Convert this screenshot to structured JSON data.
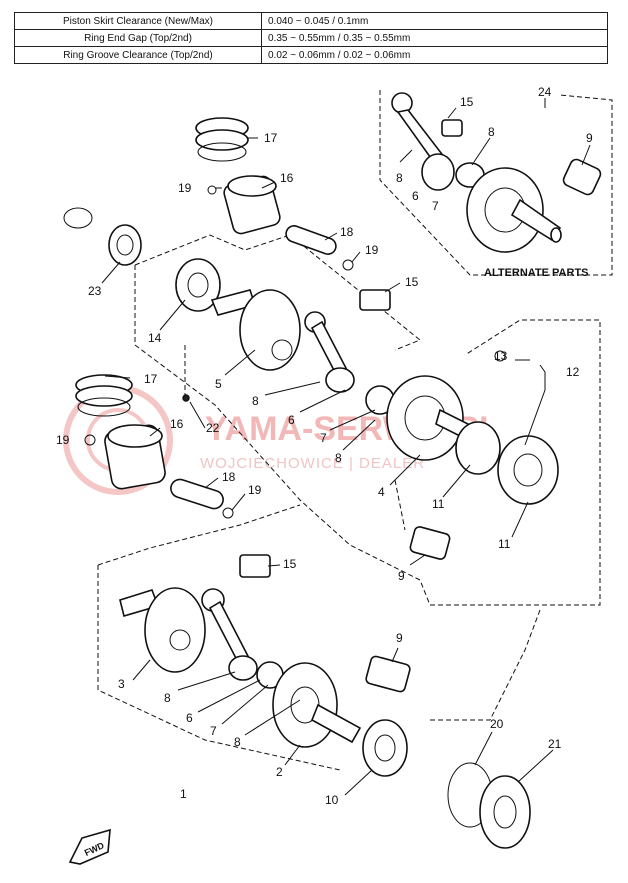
{
  "spec_table": {
    "rows": [
      {
        "label": "Piston Skirt Clearance (New/Max)",
        "value": "0.040 ~ 0.045 / 0.1mm"
      },
      {
        "label": "Ring End Gap (Top/2nd)",
        "value": "0.35 ~ 0.55mm / 0.35 ~ 0.55mm"
      },
      {
        "label": "Ring Groove Clearance (Top/2nd)",
        "value": "0.02 ~ 0.06mm / 0.02 ~ 0.06mm"
      }
    ]
  },
  "alternate_parts_label": "ALTERNATE PARTS",
  "fwd_label": "FWD",
  "watermark": {
    "line1": "YAMA-SERWIS.PL",
    "line2": "WOJCIECHOWICE | DEALER"
  },
  "callouts": [
    "1",
    "2",
    "3",
    "4",
    "5",
    "6",
    "7",
    "8",
    "9",
    "10",
    "11",
    "12",
    "13",
    "14",
    "15",
    "16",
    "17",
    "18",
    "19",
    "20",
    "21",
    "22",
    "23",
    "24"
  ]
}
